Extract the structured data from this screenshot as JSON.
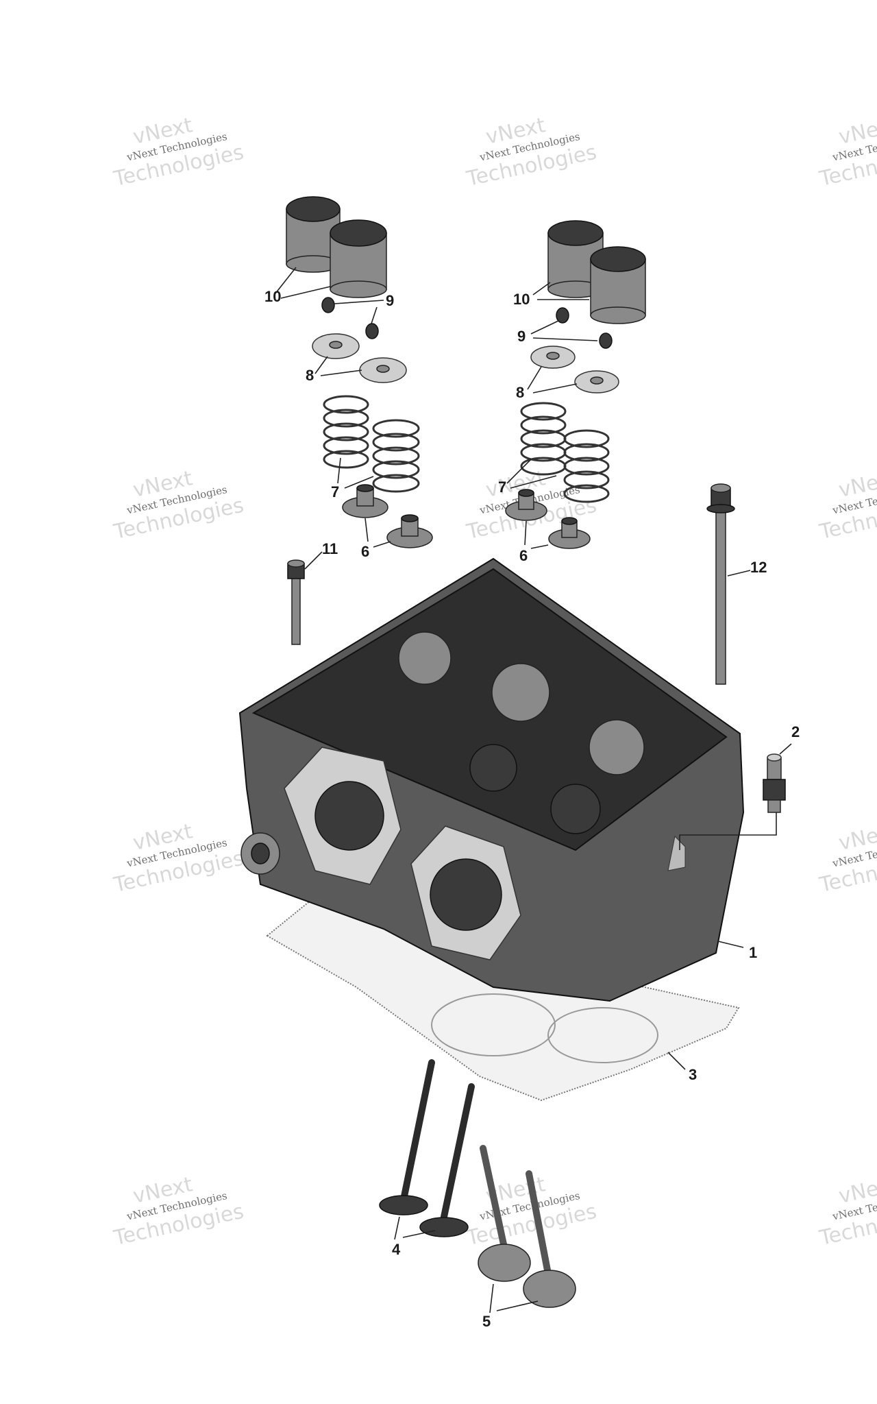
{
  "watermark": {
    "line1": "vNext Technologies",
    "line2": "Technologies",
    "line3": "vNext"
  },
  "callouts": [
    {
      "id": "1",
      "label": "1"
    },
    {
      "id": "2",
      "label": "2"
    },
    {
      "id": "3",
      "label": "3"
    },
    {
      "id": "4",
      "label": "4"
    },
    {
      "id": "5",
      "label": "5"
    },
    {
      "id": "6a",
      "label": "6"
    },
    {
      "id": "6b",
      "label": "6"
    },
    {
      "id": "7a",
      "label": "7"
    },
    {
      "id": "7b",
      "label": "7"
    },
    {
      "id": "8a",
      "label": "8"
    },
    {
      "id": "8b",
      "label": "8"
    },
    {
      "id": "9a",
      "label": "9"
    },
    {
      "id": "9b",
      "label": "9"
    },
    {
      "id": "10a",
      "label": "10"
    },
    {
      "id": "10b",
      "label": "10"
    },
    {
      "id": "11",
      "label": "11"
    },
    {
      "id": "12",
      "label": "12"
    }
  ]
}
